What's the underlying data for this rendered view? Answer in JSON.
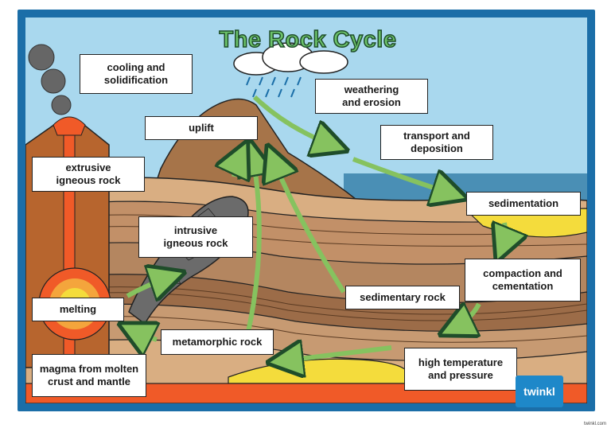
{
  "title": "The Rock Cycle",
  "labels": {
    "cooling": "cooling and\nsolidification",
    "uplift": "uplift",
    "weathering": "weathering\nand erosion",
    "transport": "transport and\ndeposition",
    "extrusive": "extrusive\nigneous rock",
    "sedimentation": "sedimentation",
    "intrusive": "intrusive\nigneous rock",
    "compaction": "compaction and\ncementation",
    "melting": "melting",
    "sedimentary": "sedimentary rock",
    "metamorphic": "metamorphic rock",
    "high_temp": "high temperature\nand pressure",
    "magma": "magma from molten\ncrust and mantle"
  },
  "logo": "twinkl",
  "credit": "twinkl.com",
  "colors": {
    "sky": "#a9d8ee",
    "sea": "#4a8fb5",
    "frame": "#1b6ea8",
    "rock_light": "#d9ae82",
    "rock_mid": "#b48660",
    "rock_dark": "#8a5e3f",
    "magma": "#f05a28",
    "sand": "#f4dc3c",
    "arrow": "#86c25f"
  }
}
